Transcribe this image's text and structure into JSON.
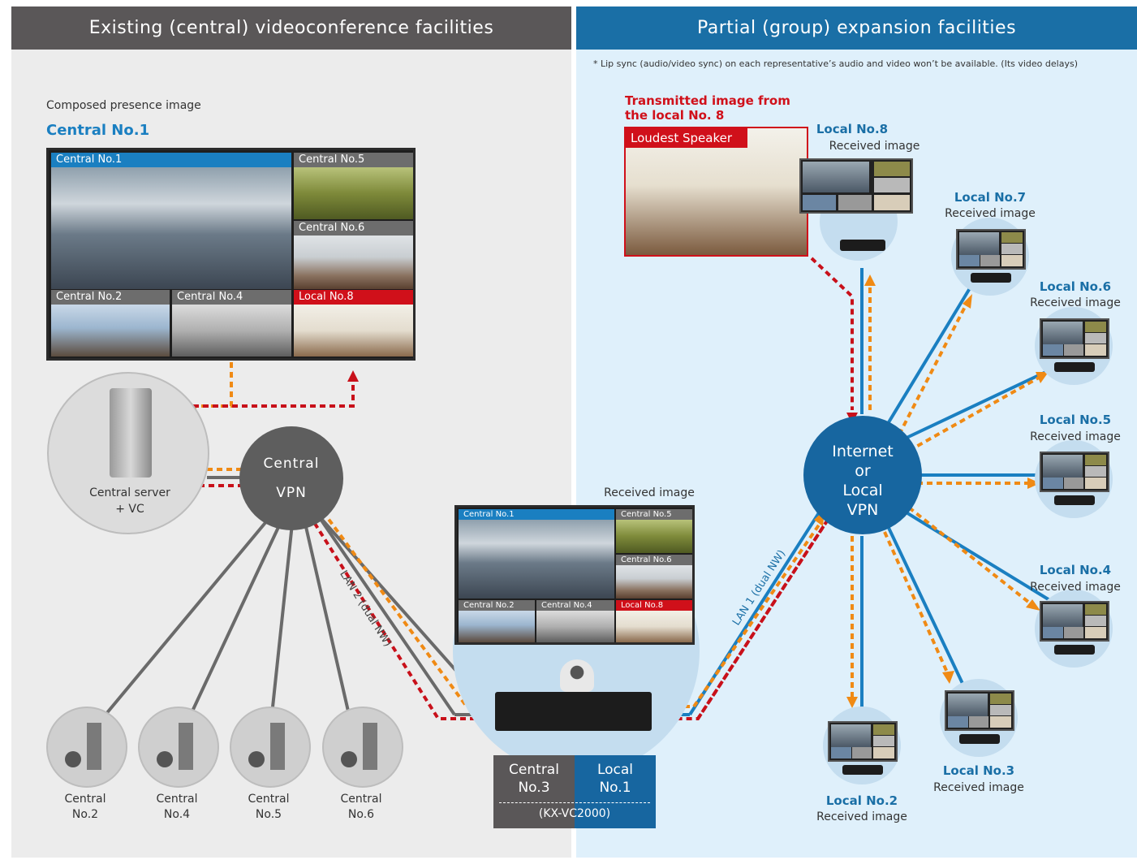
{
  "headers": {
    "left": "Existing (central) videoconference facilities",
    "right": "Partial (group) expansion facilities",
    "left_color": "#5a5758",
    "right_color": "#1a6fa6"
  },
  "note": "* Lip sync (audio/video sync) on each representative’s audio and video won’t be available. (Its video delays)",
  "central_screen": {
    "caption": "Composed presence image",
    "title": "Central No.1",
    "tiles": [
      "Central No.1",
      "Central No.5",
      "Central No.6",
      "Central No.2",
      "Central No.4",
      "Local No.8"
    ]
  },
  "central_server": {
    "label_line1": "Central server",
    "label_line2": "+ VC"
  },
  "central_vpn": {
    "line1": "Central",
    "line2": "VPN"
  },
  "lan2": "LAN 2 (dual NW)",
  "lan1": "LAN 1 (dual NW)",
  "received_image_center": "Received image",
  "center_tiles": [
    "Central No.1",
    "Central No.5",
    "Central No.6",
    "Central No.2",
    "Central No.4",
    "Local No.8"
  ],
  "bottom_sites": [
    {
      "line1": "Central",
      "line2": "No.2"
    },
    {
      "line1": "Central",
      "line2": "No.4"
    },
    {
      "line1": "Central",
      "line2": "No.5"
    },
    {
      "line1": "Central",
      "line2": "No.6"
    }
  ],
  "kx_box": {
    "left_line1": "Central",
    "left_line2": "No.3",
    "right_line1": "Local",
    "right_line2": "No.1",
    "model": "(KX-VC2000)"
  },
  "internet_vpn": {
    "line1": "Internet",
    "line2": "or",
    "line3": "Local",
    "line4": "VPN"
  },
  "transmitted": {
    "line1": "Transmitted image from",
    "line2": "the local No. 8",
    "badge": "Loudest Speaker"
  },
  "locals": [
    {
      "name": "Local No.8",
      "sub": "Received image"
    },
    {
      "name": "Local No.7",
      "sub": "Received image"
    },
    {
      "name": "Local No.6",
      "sub": "Received image"
    },
    {
      "name": "Local No.5",
      "sub": "Received image"
    },
    {
      "name": "Local No.4",
      "sub": "Received image"
    },
    {
      "name": "Local No.3",
      "sub": "Received image"
    },
    {
      "name": "Local No.2",
      "sub": "Received image"
    }
  ],
  "colors": {
    "blue_bar": "#1a7fc1",
    "gray_bar": "#6d6d6d",
    "red_bar": "#d0101a",
    "orange_arrow": "#f08a14",
    "red_arrow": "#c8101a",
    "blue_line": "#1a7fc1",
    "vpn_gray": "#5e5e5e",
    "internet_blue": "#1766a0"
  }
}
